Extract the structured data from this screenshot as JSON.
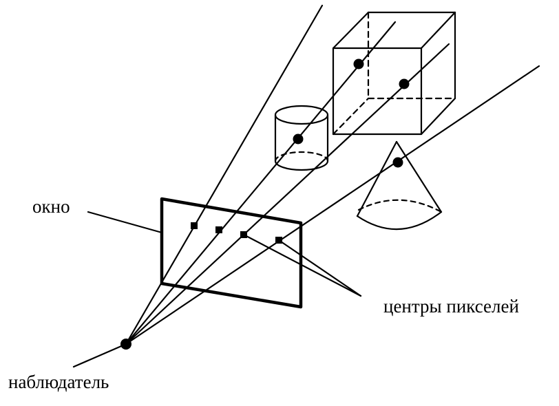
{
  "labels": {
    "window": "окно",
    "pixel_centers": "центры пикселей",
    "observer": "наблюдатель"
  },
  "colors": {
    "stroke": "#000000",
    "background": "#ffffff"
  }
}
